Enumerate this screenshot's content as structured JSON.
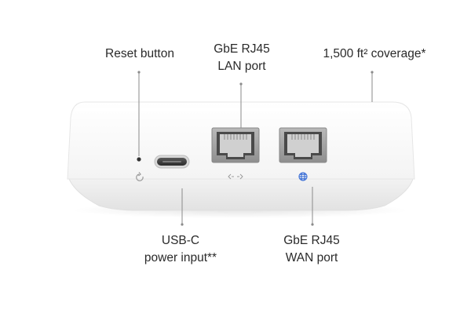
{
  "callouts": {
    "reset": {
      "text": "Reset button"
    },
    "lan": {
      "line1": "GbE RJ45",
      "line2": "LAN port"
    },
    "coverage": {
      "text": "1,500 ft² coverage*"
    },
    "usbc": {
      "line1": "USB-C",
      "line2": "power input**"
    },
    "wan": {
      "line1": "GbE RJ45",
      "line2": "WAN port"
    }
  },
  "icons": {
    "reset_port_icon": "refresh-icon",
    "lan_port_icon": "bidirectional-arrow-icon",
    "wan_port_icon": "globe-icon"
  },
  "colors": {
    "device_body": "#f6f6f6",
    "port_metal": "#9a9a9a",
    "leader_line": "#8a8a8a",
    "wan_icon": "#3b6fd6"
  }
}
